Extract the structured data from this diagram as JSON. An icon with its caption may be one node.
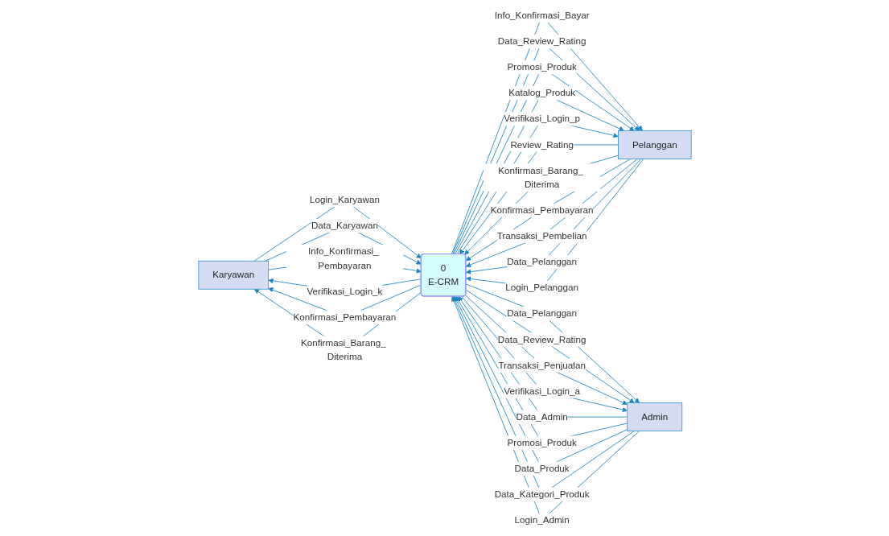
{
  "diagram": {
    "nodes": [
      {
        "text": [
          "Karyawan"
        ]
      },
      {
        "text": [
          "0",
          "E-CRM"
        ]
      },
      {
        "text": [
          "Pelanggan"
        ]
      },
      {
        "text": [
          "Admin"
        ]
      }
    ],
    "edges": [
      {
        "from": 0,
        "to": 1,
        "arrow": "to",
        "label": "Login_Karyawan"
      },
      {
        "from": 1,
        "to": 0,
        "arrow": "to",
        "label": "Verifikasi_Login_k"
      },
      {
        "from": 0,
        "to": 1,
        "arrow": "to",
        "label": "Data_Karyawan"
      },
      {
        "from": 0,
        "to": 1,
        "arrow": "to",
        "label": "Info_Konfirmasi_ Pembayaran"
      },
      {
        "from": 1,
        "to": 0,
        "arrow": "to",
        "label": "Konfirmasi_Pembayaran"
      },
      {
        "from": 1,
        "to": 0,
        "arrow": "to",
        "label": "Konfirmasi_Barang_ Diterima"
      },
      {
        "from": 2,
        "to": 1,
        "arrow": "to",
        "label": "Review_Rating"
      },
      {
        "from": 2,
        "to": 1,
        "arrow": "to",
        "label": "Konfirmasi_Barang_ Diterima"
      },
      {
        "from": 2,
        "to": 1,
        "arrow": "to",
        "label": "Konfirmasi_Pembayaran"
      },
      {
        "from": 2,
        "to": 1,
        "arrow": "to",
        "label": "Transaksi_Pembelian"
      },
      {
        "from": 1,
        "to": 2,
        "arrow": "to",
        "label": "Info_Konfirmasi_Bayar"
      },
      {
        "from": 1,
        "to": 2,
        "arrow": "to",
        "label": "Data_Review_Rating"
      },
      {
        "from": 1,
        "to": 2,
        "arrow": "to",
        "label": "Promosi_Produk"
      },
      {
        "from": 1,
        "to": 2,
        "arrow": "to",
        "label": "Katalog_Produk"
      },
      {
        "from": 2,
        "to": 1,
        "arrow": "to",
        "label": "Data_Pelanggan"
      },
      {
        "from": 2,
        "to": 1,
        "arrow": "to",
        "label": "Login_Pelanggan"
      },
      {
        "from": 1,
        "to": 2,
        "arrow": "to",
        "label": "Verifikasi_Login_p"
      },
      {
        "from": 1,
        "to": 3,
        "arrow": "to",
        "label": "Data_Pelanggan"
      },
      {
        "from": 1,
        "to": 3,
        "arrow": "to",
        "label": "Data_Review_Rating"
      },
      {
        "from": 1,
        "to": 3,
        "arrow": "to",
        "label": "Transaksi_Penjualan"
      },
      {
        "from": 3,
        "to": 1,
        "arrow": "to",
        "label": "Data_Admin"
      },
      {
        "from": 3,
        "to": 1,
        "arrow": "to",
        "label": "Promosi_Produk"
      },
      {
        "from": 3,
        "to": 1,
        "arrow": "to",
        "label": "Data_Produk"
      },
      {
        "from": 3,
        "to": 1,
        "arrow": "to",
        "label": "Data_Kategori_Produk"
      },
      {
        "from": 3,
        "to": 1,
        "arrow": "to",
        "label": "Login_Admin"
      },
      {
        "from": 1,
        "to": 3,
        "arrow": "to",
        "label": "Verifikasi_Login_a"
      }
    ]
  }
}
